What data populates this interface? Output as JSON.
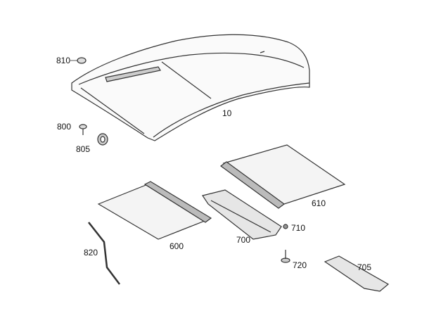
{
  "diagram": {
    "labels": {
      "roof_panel": "10",
      "clip_810": "810",
      "screw_800": "800",
      "grommet_805": "805",
      "sunshade_rear_610": "610",
      "nut_710": "710",
      "bracket_700": "700",
      "sunshade_front_600": "600",
      "rod_820": "820",
      "screw_720": "720",
      "bracket_705": "705"
    }
  }
}
